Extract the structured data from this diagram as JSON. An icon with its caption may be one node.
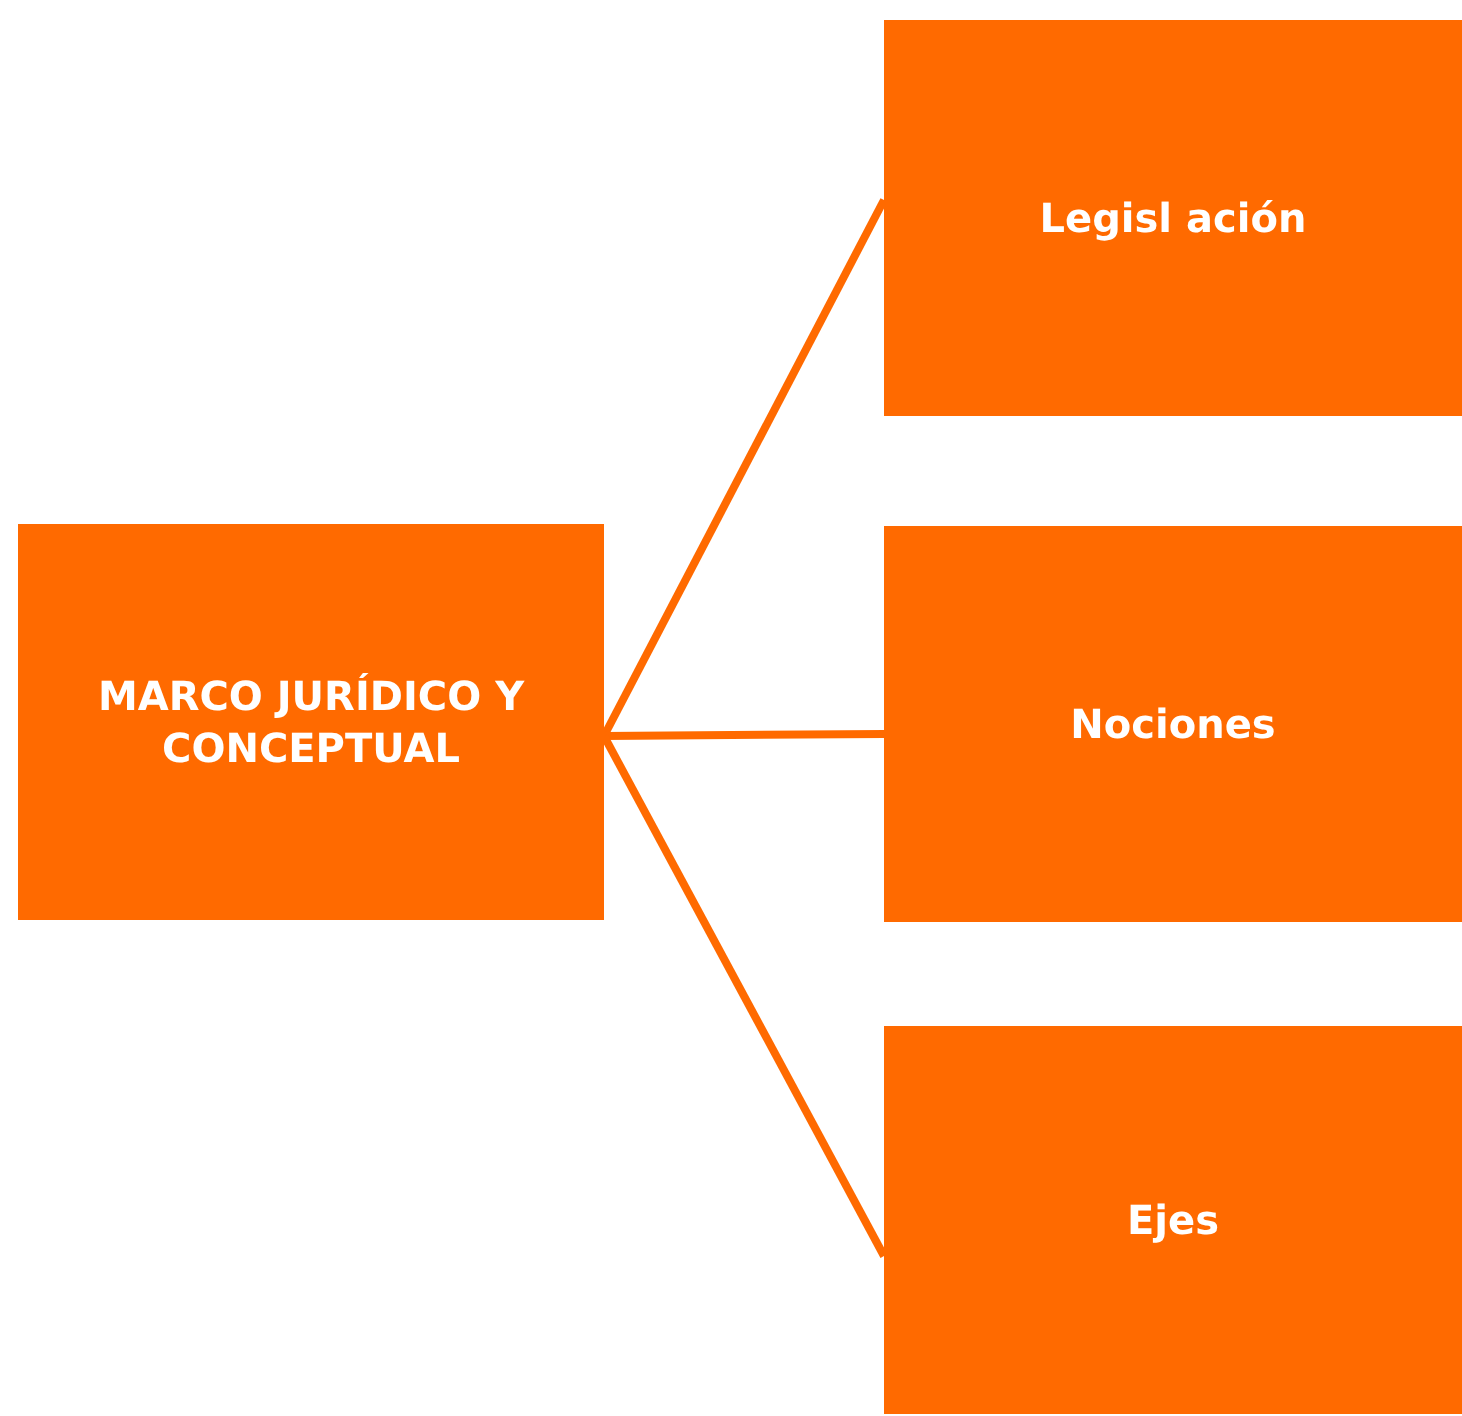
{
  "diagram": {
    "nodes": [
      {
        "text": [
          "MARCO JURÍDICO Y CONCEPTUAL"
        ]
      },
      {
        "text": [
          "Legisl ación"
        ]
      },
      {
        "text": [
          "Nociones"
        ]
      },
      {
        "text": [
          "Ejes"
        ]
      }
    ],
    "edges": [
      {
        "from": 0,
        "to": 1,
        "arrow": "none"
      },
      {
        "from": 0,
        "to": 2,
        "arrow": "none"
      },
      {
        "from": 0,
        "to": 3,
        "arrow": "none"
      }
    ]
  }
}
